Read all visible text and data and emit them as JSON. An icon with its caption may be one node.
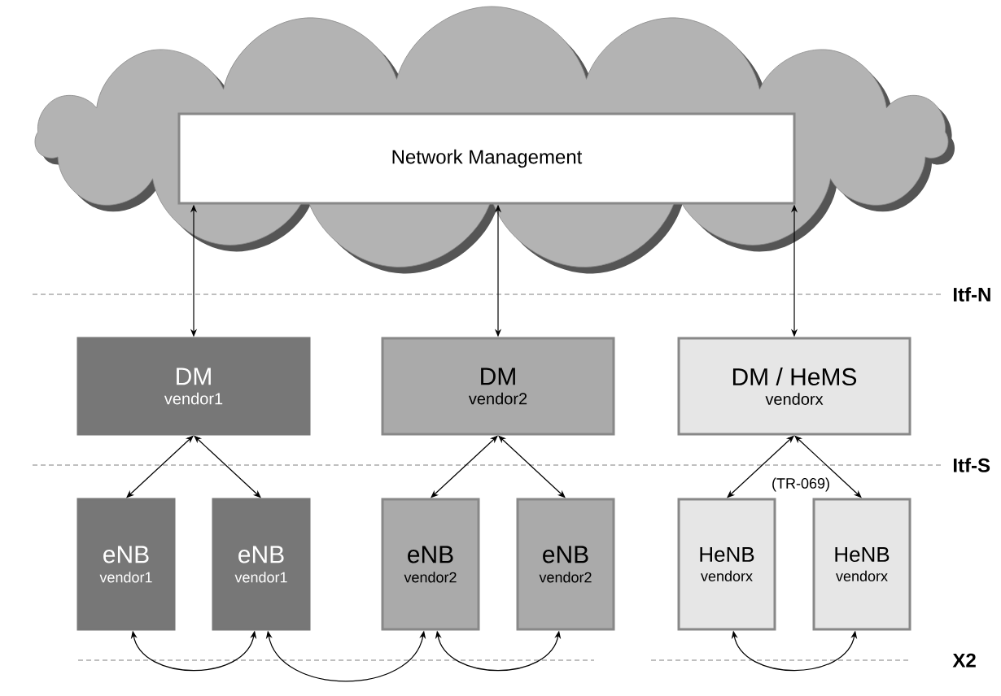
{
  "diagram": {
    "nodes": [
      {
        "text": [],
        "shape": "cloud"
      },
      {
        "text": [
          "Network Management"
        ],
        "in": 0
      },
      {
        "text": [
          "DM",
          "vendor1"
        ]
      },
      {
        "text": [
          "DM",
          "vendor2"
        ]
      },
      {
        "text": [
          "DM / HeMS",
          "vendorx"
        ]
      },
      {
        "text": [
          "eNB",
          "vendor1"
        ]
      },
      {
        "text": [
          "eNB",
          "vendor1"
        ]
      },
      {
        "text": [
          "eNB",
          "vendor2"
        ]
      },
      {
        "text": [
          "eNB",
          "vendor2"
        ]
      },
      {
        "text": [
          "HeNB",
          "vendorx"
        ]
      },
      {
        "text": [
          "HeNB",
          "vendorx"
        ]
      }
    ],
    "edges": [
      {
        "from": 1,
        "to": 2,
        "arrow": "both"
      },
      {
        "from": 1,
        "to": 3,
        "arrow": "both"
      },
      {
        "from": 1,
        "to": 4,
        "arrow": "both"
      },
      {
        "from": 2,
        "to": 5,
        "arrow": "both"
      },
      {
        "from": 2,
        "to": 6,
        "arrow": "both"
      },
      {
        "from": 3,
        "to": 7,
        "arrow": "both"
      },
      {
        "from": 3,
        "to": 8,
        "arrow": "both"
      },
      {
        "from": 4,
        "to": 9,
        "arrow": "both"
      },
      {
        "from": 4,
        "to": 10,
        "arrow": "both"
      },
      {
        "from": 5,
        "to": 6,
        "arrow": "both"
      },
      {
        "from": 6,
        "to": 7,
        "arrow": "both"
      },
      {
        "from": 7,
        "to": 8,
        "arrow": "both"
      },
      {
        "from": 9,
        "to": 10,
        "arrow": "both"
      }
    ],
    "labels": [
      "Itf-N",
      "Itf-S",
      "(TR-069)",
      "X2"
    ]
  }
}
